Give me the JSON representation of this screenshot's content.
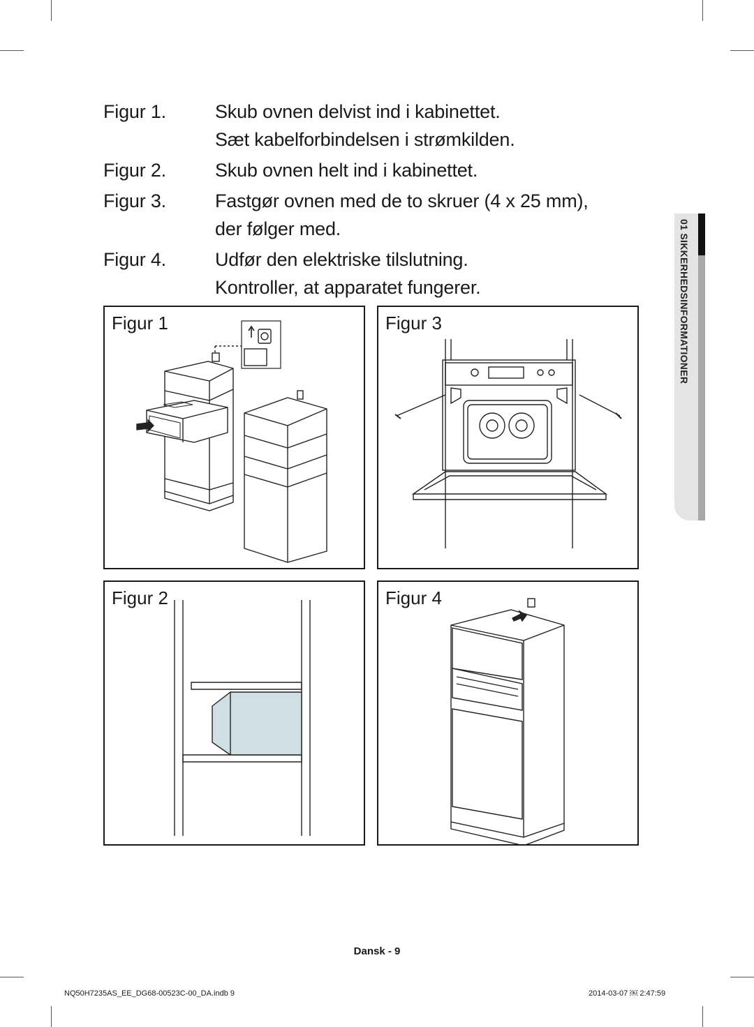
{
  "instructions": [
    {
      "label": "Figur 1.",
      "line1": "Skub ovnen delvist ind i kabinettet.",
      "line2": "Sæt kabelforbindelsen i strømkilden."
    },
    {
      "label": "Figur 2.",
      "line1": "Skub ovnen helt ind i kabinettet.",
      "line2": ""
    },
    {
      "label": "Figur 3.",
      "line1": "Fastgør ovnen med de to skruer (4 x 25 mm),",
      "line2": "der følger med."
    },
    {
      "label": "Figur 4.",
      "line1": "Udfør den elektriske tilslutning.",
      "line2": "Kontroller, at apparatet fungerer."
    }
  ],
  "figures": {
    "fig1": {
      "title": "Figur 1"
    },
    "fig2": {
      "title": "Figur 2"
    },
    "fig3": {
      "title": "Figur 3"
    },
    "fig4": {
      "title": "Figur 4"
    }
  },
  "side_tab": {
    "text": "01  SIKKERHEDSINFORMATIONER"
  },
  "page_label": "Dansk - 9",
  "footer": {
    "left": "NQ50H7235AS_EE_DG68-00523C-00_DA.indb   9",
    "right": "2014-03-07   ￼ 2:47:59"
  },
  "colors": {
    "oven_fill": "#cfdfe4",
    "tab_bg": "#e4e4e4",
    "tab_dark": "#111111"
  }
}
